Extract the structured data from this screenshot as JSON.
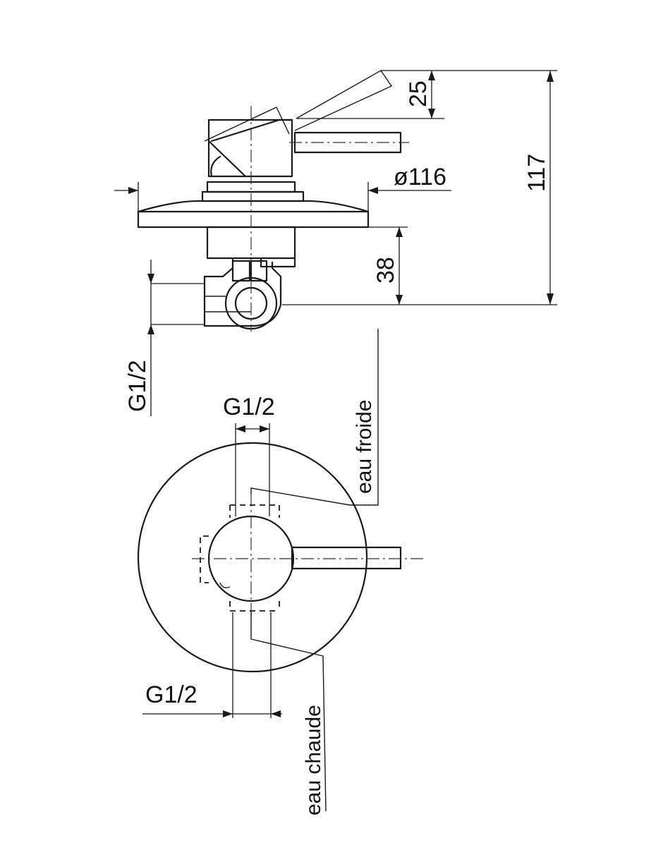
{
  "dimensions": {
    "lever_offset": "25",
    "total_depth": "117",
    "plate_diameter": "ø116",
    "body_depth": "38",
    "side_inlet_thread": "G1/2",
    "top_inlet_thread": "G1/2",
    "bottom_inlet_thread": "G1/2"
  },
  "labels": {
    "cold_water": "eau froide",
    "hot_water": "eau chaude"
  }
}
